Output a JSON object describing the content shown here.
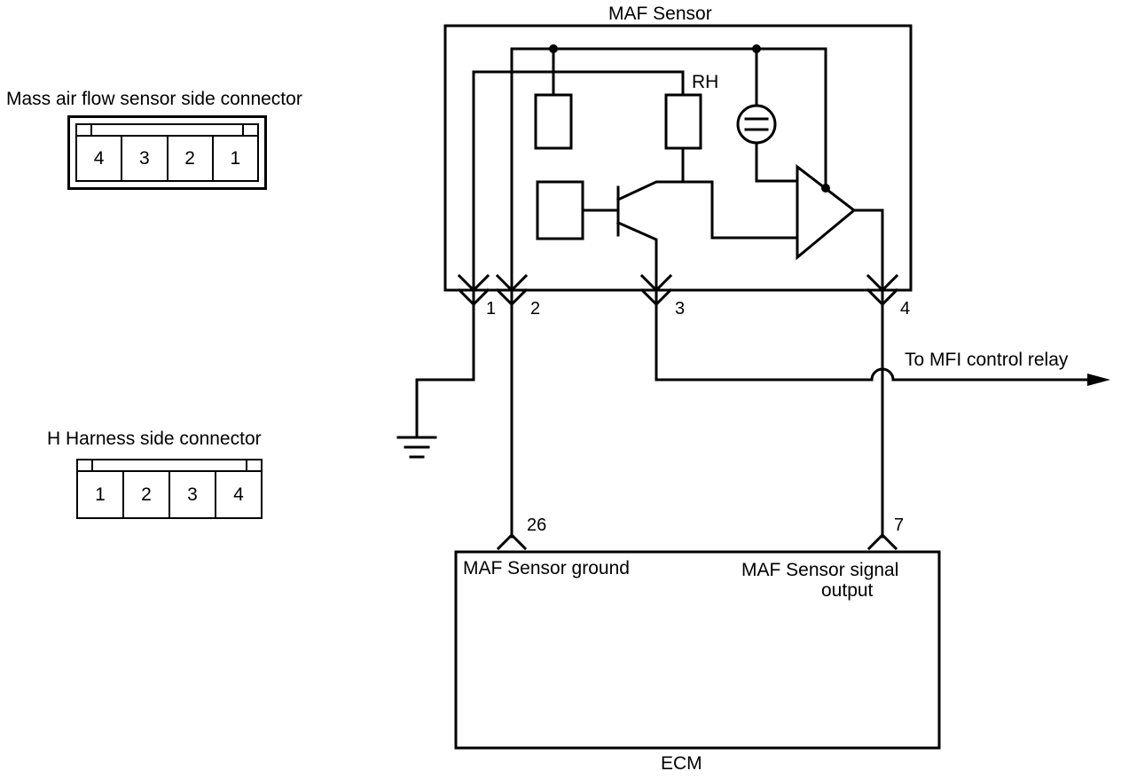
{
  "diagram": {
    "maf_sensor_title": "MAF Sensor",
    "rh_label": "RH",
    "ecm_title": "ECM",
    "relay_label": "To MFI control relay",
    "sensor_pins": [
      "1",
      "2",
      "3",
      "4"
    ],
    "ecm_pins": {
      "ground_pin": "26",
      "signal_pin": "7"
    },
    "ecm_terminals": {
      "ground": "MAF Sensor ground",
      "signal_line1": "MAF Sensor signal",
      "signal_line2": "output"
    }
  },
  "connectors": {
    "sensor_side": {
      "title": "Mass air flow sensor side connector",
      "pins": [
        "4",
        "3",
        "2",
        "1"
      ]
    },
    "harness_side": {
      "title": "H Harness side connector",
      "pins": [
        "1",
        "2",
        "3",
        "4"
      ]
    }
  }
}
